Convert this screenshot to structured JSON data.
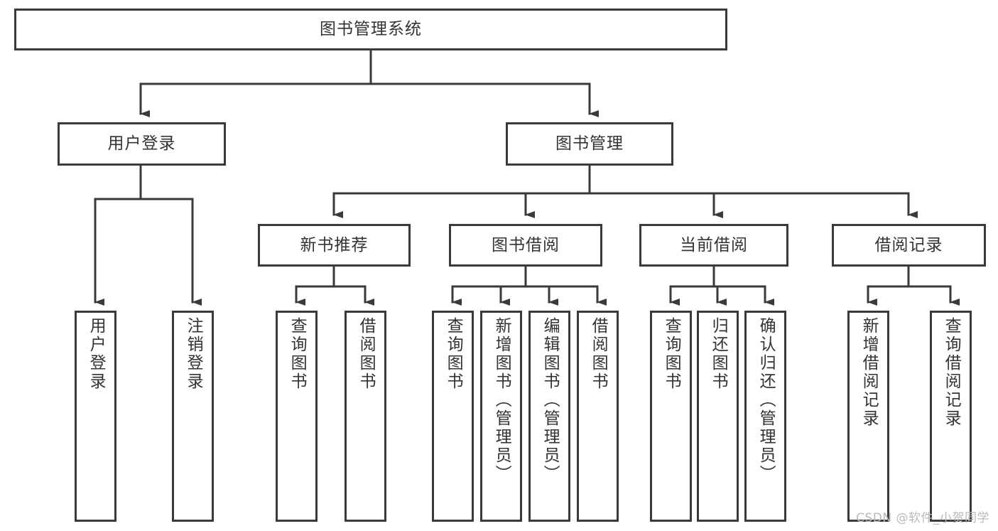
{
  "diagram": {
    "title": "图书管理系统",
    "type": "tree-hierarchy-chart",
    "watermark": "CSDN @软件_小贺同学",
    "colors": {
      "stroke": "#3a3a3a",
      "background": "#ffffff",
      "text": "#333333",
      "watermark": "#b9b9b9"
    },
    "root": {
      "label": "图书管理系统"
    },
    "level2": [
      {
        "label": "用户登录"
      },
      {
        "label": "图书管理"
      }
    ],
    "level3": [
      {
        "label": "新书推荐"
      },
      {
        "label": "图书借阅"
      },
      {
        "label": "当前借阅"
      },
      {
        "label": "借阅记录"
      }
    ],
    "leaves": {
      "user_login": [
        {
          "label": "用户登录"
        },
        {
          "label": "注销登录"
        }
      ],
      "new_book_recommend": [
        {
          "label": "查询图书"
        },
        {
          "label": "借阅图书"
        }
      ],
      "book_borrow": [
        {
          "label": "查询图书"
        },
        {
          "label": "新增图书（管理员）"
        },
        {
          "label": "编辑图书（管理员）"
        },
        {
          "label": "借阅图书"
        }
      ],
      "current_borrow": [
        {
          "label": "查询图书"
        },
        {
          "label": "归还图书"
        },
        {
          "label": "确认归还（管理员）"
        }
      ],
      "borrow_record": [
        {
          "label": "新增借阅记录"
        },
        {
          "label": "查询借阅记录"
        }
      ]
    }
  }
}
